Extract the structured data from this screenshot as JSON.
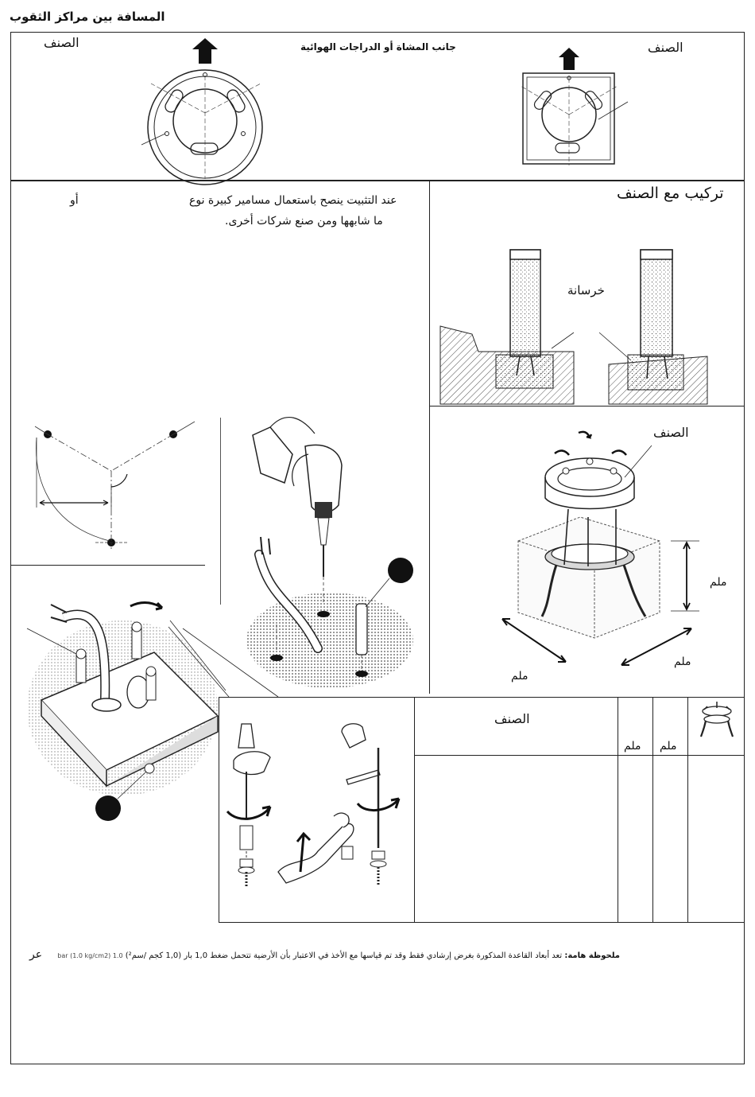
{
  "header": {
    "title": "المسافة بين مراكز الثقوب"
  },
  "top_panel": {
    "left_class_label": "الصنف",
    "right_class_label": "الصنف",
    "direction_label": "جانب المشاة أو الدراجات الهوائية"
  },
  "install": {
    "title": "تركيب مع الصنف",
    "instruction_line1": "عند التثبيت ينصح باستعمال مسامير كبيرة نوع",
    "instruction_or": "أو",
    "instruction_line2": "ما شابهها ومن صنع شركات أخرى.",
    "concrete_label": "خرسانة",
    "class_label": "الصنف",
    "dim_mm_right": "ملم",
    "dim_mm_bottom_right": "ملم",
    "dim_mm_bottom_left": "ملم"
  },
  "table": {
    "header_class": "الصنف",
    "header_mm_1": "ملم",
    "header_mm_2": "ملم"
  },
  "footer": {
    "note_prefix": "ملحوظة هامة:",
    "note_text": "تعد أبعاد القاعدة المذكورة بغرض إرشادي فقط وقد تم قياسها مع الأخذ في الاعتبار بأن الأرضية تتحمل ضغط 1,0 بار (1,0 كجم /سم²)",
    "note_unit": "1.0 bar (1.0 kg/cm2)",
    "footer_code": "عر"
  },
  "colors": {
    "line": "#222222",
    "fill_dark": "#1a1a1a",
    "hatch": "#666666"
  }
}
